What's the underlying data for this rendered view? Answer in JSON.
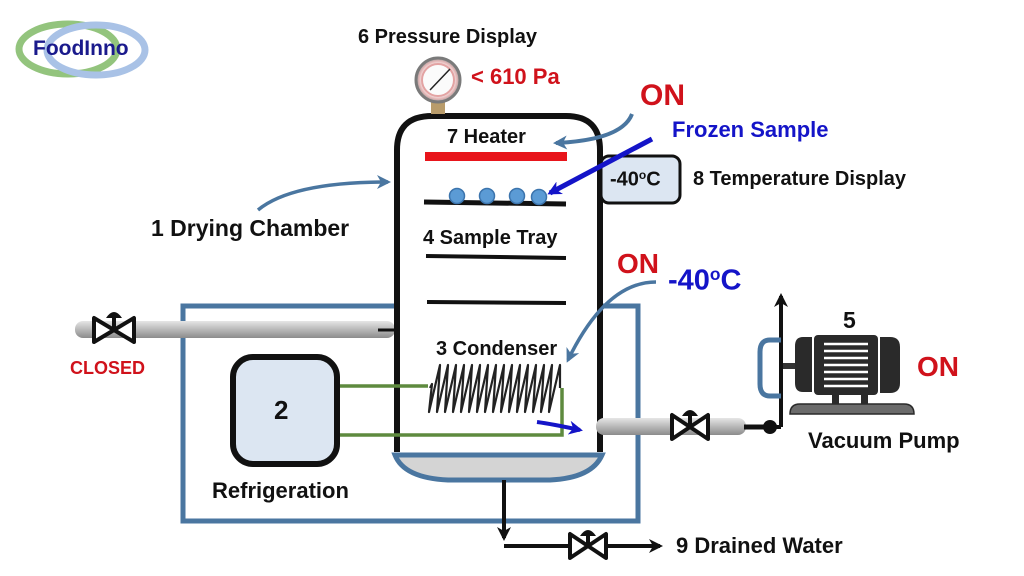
{
  "logo": {
    "text": "FoodInno",
    "ring_left_color": "#93c47d",
    "ring_right_color": "#a9c2e6",
    "text_color": "#1a1a8c"
  },
  "title_components": {
    "drying_chamber": "1 Drying Chamber",
    "refrigeration_number": "2",
    "refrigeration": "Refrigeration",
    "condenser": "3 Condenser",
    "sample_tray": "4 Sample Tray",
    "vacuum_pump_number": "5",
    "vacuum_pump": "Vacuum Pump",
    "pressure_display": "6 Pressure Display",
    "heater": "7 Heater",
    "temperature_display": "8 Temperature Display",
    "drained_water": "9 Drained Water"
  },
  "states": {
    "pressure_value": "< 610 Pa",
    "heater_state": "ON",
    "frozen_sample": "Frozen Sample",
    "temperature_display_value": "-40",
    "temperature_display_unit": "oC",
    "condenser_state": "ON",
    "condenser_temp_value": "-40",
    "condenser_temp_unit": "oC",
    "vacuum_pump_state": "ON",
    "inlet_valve_state": "CLOSED"
  },
  "colors": {
    "status_red": "#d0121b",
    "label_blue": "#1414c8",
    "frame_blue": "#4a76a0",
    "refrigerant_green": "#5e8a3e",
    "heater_red": "#e8151b",
    "sample_blue": "#5b9bd5",
    "display_fill": "#dce6f2"
  }
}
